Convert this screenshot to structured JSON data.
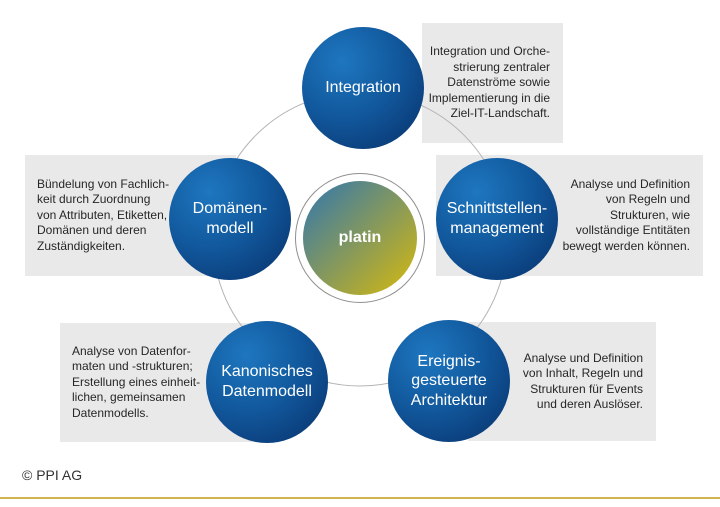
{
  "diagram": {
    "title_hint": "platin architecture circle diagram",
    "center": {
      "label": "platin"
    },
    "nodes": [
      {
        "id": "integration",
        "label": "Integration",
        "description": "Integration und Orche-\nstrierung zentraler\nDatenströme sowie\nImplementierung in die\nZiel-IT-Landschaft."
      },
      {
        "id": "schnittstellenmanagement",
        "label": "Schnittstellen-\nmanagement",
        "description": "Analyse und Definition\nvon Regeln und\nStrukturen, wie\nvollständige Entitäten\nbewegt werden können."
      },
      {
        "id": "ereignisgesteuerte-architektur",
        "label": "Ereignis-\ngesteuerte\nArchitektur",
        "description": "Analyse und Definition\nvon Inhalt, Regeln und\nStrukturen für Events\nund deren Auslöser."
      },
      {
        "id": "kanonisches-datenmodell",
        "label": "Kanonisches\nDatenmodell",
        "description": "Analyse von Datenfor-\nmaten und -strukturen;\nErstellung eines einheit-\nlichen, gemeinsamen\nDatenmodells."
      },
      {
        "id": "domaenenmodell",
        "label": "Domänen-\nmodell",
        "description": "Bündelung von Fachlich-\nkeit durch Zuordnung\nvon Attributen, Etiketten,\nDomänen und deren\nZuständigkeiten."
      }
    ],
    "colors": {
      "node_blue_light": "#1e77c0",
      "node_blue_dark": "#093568",
      "center_gradient_start": "#2f76b0",
      "center_gradient_end": "#d8ba0c",
      "box_background": "#e9e9e9",
      "ring_stroke": "#b4b4b4",
      "accent_gold": "#d2b44e"
    }
  },
  "footer": {
    "copyright": "© PPI AG"
  }
}
